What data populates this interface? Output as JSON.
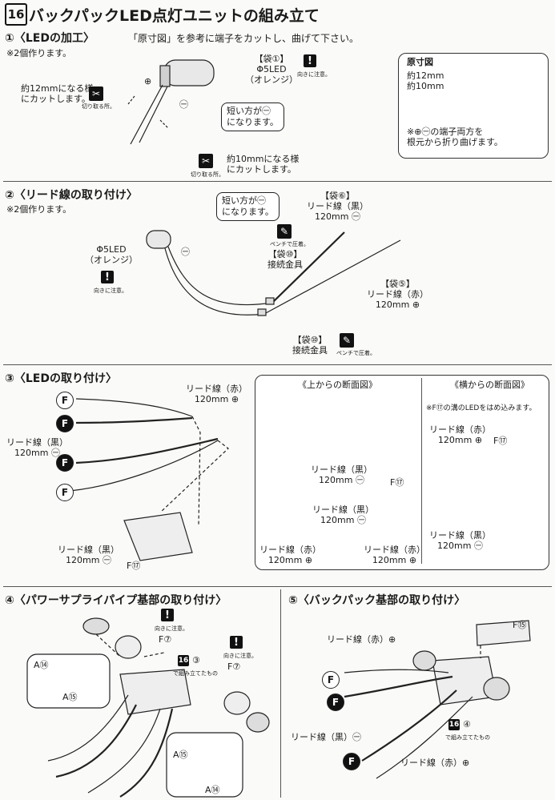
{
  "header": {
    "num": "16",
    "title": "バックパックLED点灯ユニットの組み立て"
  },
  "step1": {
    "head": "①〈LEDの加工〉",
    "desc": "「原寸図」を参考に端子をカットし、曲げて下さい。",
    "note": "※2個作ります。",
    "bag_label": "【袋①】",
    "led_name": "Φ5LED",
    "led_color": "（オレンジ）",
    "warn_note": "向きに注意。",
    "cut12": [
      "約12mmになる様",
      "にカットします。"
    ],
    "cut_note": "切り取る所。",
    "cut10": [
      "約10mmになる様",
      "にカットします。"
    ],
    "cut_note2": "切り取る所。",
    "bubble": [
      "短い方が㊀",
      "になります。"
    ],
    "plus": "⊕",
    "minus": "㊀",
    "ref_title": "原寸図",
    "ref_12": "約12mm",
    "ref_10": "約10mm",
    "ref_note": [
      "※⊕㊀の端子両方を",
      "根元から折り曲げます。"
    ]
  },
  "step2": {
    "head": "②〈リード線の取り付け〉",
    "note": "※2個作ります。",
    "bubble": [
      "短い方が㊀",
      "になります。"
    ],
    "led_name": "Φ5LED",
    "led_color": "（オレンジ）",
    "warn_note": "向きに注意。",
    "bag6": "【袋⑥】",
    "black_wire": "リード線（黒）",
    "black_len": "120mm ㊀",
    "bag10a": "【袋⑩】",
    "connector": "接続金具",
    "pliers_note": "ペンチで圧着。",
    "bag5": "【袋⑤】",
    "red_wire": "リード線（赤）",
    "red_len": "120mm ⊕",
    "bag10b": "【袋⑩】",
    "connector2": "接続金具",
    "pliers_note2": "ペンチで圧着。",
    "minus": "㊀"
  },
  "step3": {
    "head": "③〈LEDの取り付け〉",
    "red_wire": "リード線（赤）",
    "red_len": "120mm ⊕",
    "black_wire": "リード線（黒）",
    "black_len": "120mm ㊀",
    "black_wire2": "リード線（黒）",
    "black_len2": "120mm ㊀",
    "part_label": "F⑰",
    "f": "F",
    "top_view_title": "《上からの断面図》",
    "side_view_title": "《横からの断面図》",
    "side_note": "※F⑰の溝のLEDをはめ込みます。",
    "tv_black": "リード線（黒）",
    "tv_black_len": "120mm ㊀",
    "tv_f17": "F⑰",
    "tv_black2": "リード線（黒）",
    "tv_black_len2": "120mm ㊀",
    "tv_red": "リード線（赤）",
    "tv_red_len": "120mm ⊕",
    "tv_red2": "リード線（赤）",
    "tv_red_len2": "120mm ⊕",
    "sv_red": "リード線（赤）",
    "sv_red_len": "120mm ⊕",
    "sv_f17": "F⑰",
    "sv_black": "リード線（黒）",
    "sv_black_len": "120mm ㊀"
  },
  "step4": {
    "head": "④〈パワーサプライパイプ基部の取り付け〉",
    "warn_note": "向きに注意。",
    "f7": "F⑦",
    "a14": "A⑭",
    "a15": "A⑮",
    "ref_num": "16",
    "ref_step": "③",
    "ref_note": "で組み立てたもの",
    "warn_note2": "向きに注意。",
    "f7b": "F⑦",
    "a15b": "A⑮",
    "a14b": "A⑭"
  },
  "step5": {
    "head": "⑤〈バックパック基部の取り付け〉",
    "f15": "F⑮",
    "red_wire": "リード線（赤）⊕",
    "black_wire": "リード線（黒）㊀",
    "ref_num": "16",
    "ref_step": "④",
    "ref_note": "で組み立てたもの",
    "red_wire2": "リード線（赤）⊕",
    "f": "F"
  }
}
